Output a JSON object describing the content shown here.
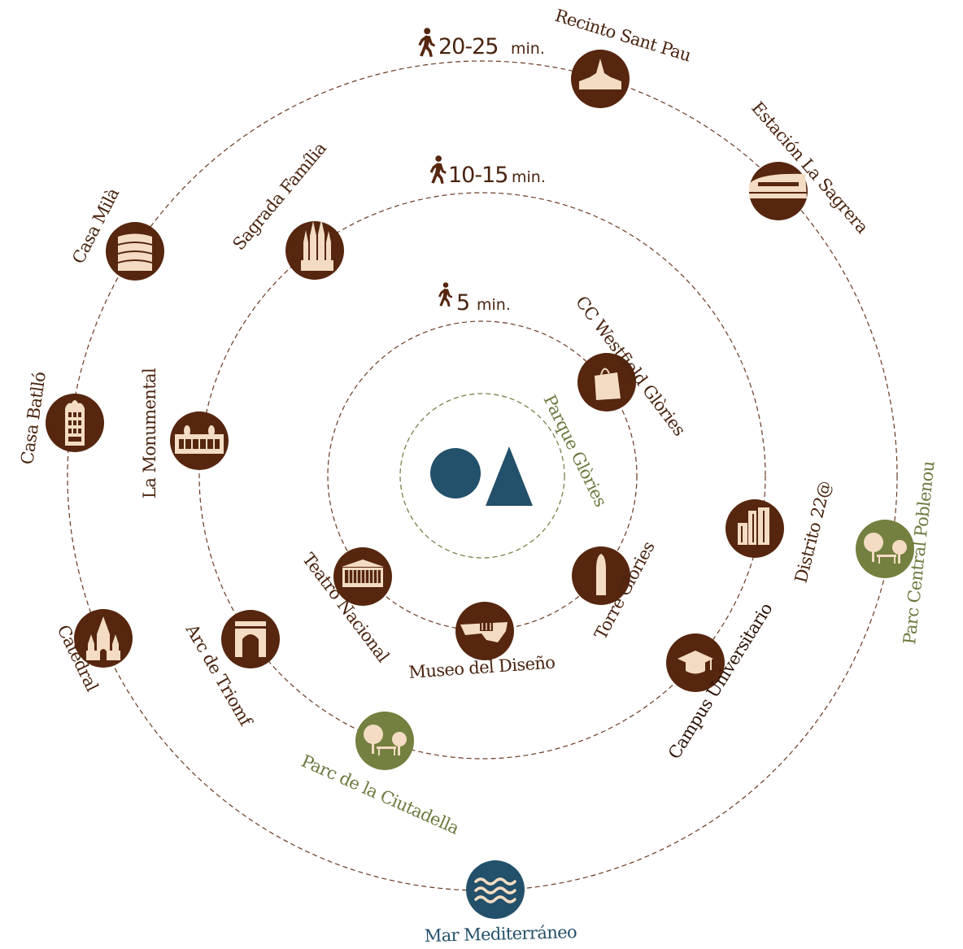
{
  "colors": {
    "ring": "#6b3a22",
    "badge": "#56260f",
    "icon": "#f3dcc3",
    "park": "#74803f",
    "sea": "#23506a",
    "logo": "#23506a",
    "center_ring": "#6b7a3e"
  },
  "center": {
    "logo": "circle-triangle-logo",
    "label": "Parque Glòries"
  },
  "rings": [
    {
      "time": "5",
      "unit": "min."
    },
    {
      "time": "10-15",
      "unit": "min."
    },
    {
      "time": "20-25",
      "unit": "min."
    }
  ],
  "places": [
    {
      "label": "CC Westfield Glòries",
      "icon": "shopping-bag-icon",
      "kind": "place"
    },
    {
      "label": "Torre Glòries",
      "icon": "tower-icon",
      "kind": "place"
    },
    {
      "label": "Museo del Diseño",
      "icon": "design-museum-icon",
      "kind": "place"
    },
    {
      "label": "Teatro Nacional",
      "icon": "theatre-icon",
      "kind": "place"
    },
    {
      "label": "Sagrada Família",
      "icon": "basilica-icon",
      "kind": "place"
    },
    {
      "label": "La Monumental",
      "icon": "bullring-icon",
      "kind": "place"
    },
    {
      "label": "Arc de Triomf",
      "icon": "triumphal-arch-icon",
      "kind": "place"
    },
    {
      "label": "Parc de la Ciutadella",
      "icon": "park-icon",
      "kind": "park"
    },
    {
      "label": "Campus Universitario",
      "icon": "graduation-cap-icon",
      "kind": "place"
    },
    {
      "label": "Distrito 22@",
      "icon": "office-buildings-icon",
      "kind": "place"
    },
    {
      "label": "Recinto Sant Pau",
      "icon": "modernist-hospital-icon",
      "kind": "place"
    },
    {
      "label": "Estación La Sagrera",
      "icon": "train-icon",
      "kind": "place"
    },
    {
      "label": "Casa Milà",
      "icon": "wavy-building-icon",
      "kind": "place"
    },
    {
      "label": "Casa Batlló",
      "icon": "house-facade-icon",
      "kind": "place"
    },
    {
      "label": "Catedral",
      "icon": "cathedral-icon",
      "kind": "place"
    },
    {
      "label": "Parc Central Poblenou",
      "icon": "park-icon",
      "kind": "park"
    },
    {
      "label": "Mar Mediterráneo",
      "icon": "waves-icon",
      "kind": "sea"
    }
  ]
}
